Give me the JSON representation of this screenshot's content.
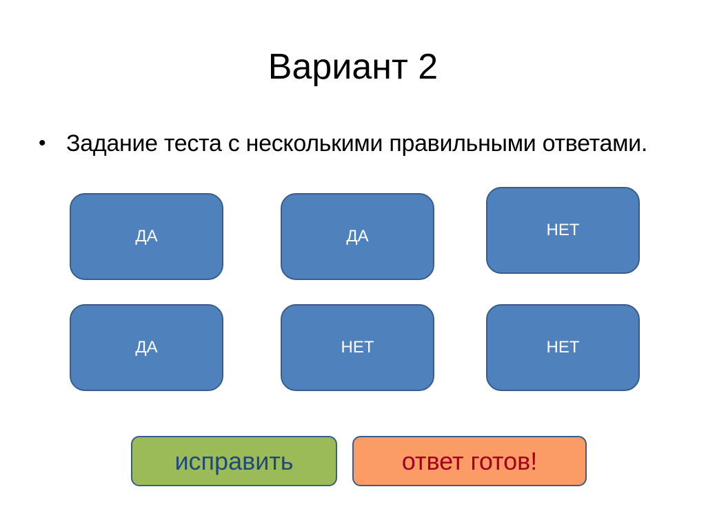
{
  "slide": {
    "title": "Вариант 2",
    "bullet": "Задание теста с несколькими правильными ответами."
  },
  "answers": [
    {
      "label": "ДА"
    },
    {
      "label": "ДА"
    },
    {
      "label": "НЕТ"
    },
    {
      "label": "ДА"
    },
    {
      "label": "НЕТ"
    },
    {
      "label": "НЕТ"
    }
  ],
  "actions": {
    "fix_label": "исправить",
    "done_label": "ответ готов!"
  },
  "colors": {
    "answer_fill": "#4f81bd",
    "answer_border": "#385d8a",
    "fix_fill": "#9bbb59",
    "fix_text": "#1f497d",
    "done_fill": "#fb9b66",
    "done_text": "#a50021"
  }
}
